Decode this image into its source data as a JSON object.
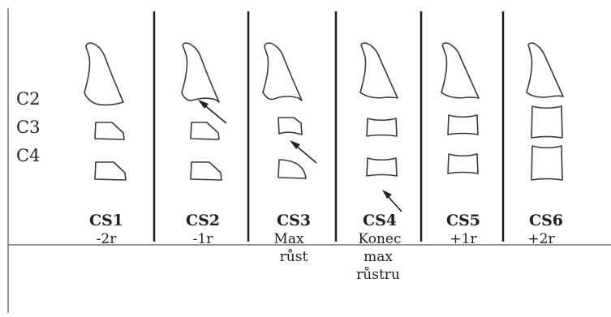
{
  "levels": [
    "C2",
    "C3",
    "C4"
  ],
  "stages": [
    {
      "code": "CS1",
      "lines": [
        "-2r"
      ]
    },
    {
      "code": "CS2",
      "lines": [
        "-1r"
      ]
    },
    {
      "code": "CS3",
      "lines": [
        "Max",
        "růst"
      ]
    },
    {
      "code": "CS4",
      "lines": [
        "Konec",
        "max",
        "růstru"
      ]
    },
    {
      "code": "CS5",
      "lines": [
        "+1r"
      ]
    },
    {
      "code": "CS6",
      "lines": [
        "+2r"
      ]
    }
  ],
  "colors": {
    "outline": "#3a3a3a",
    "divider": "#1a1a1a",
    "text": "#222222"
  }
}
